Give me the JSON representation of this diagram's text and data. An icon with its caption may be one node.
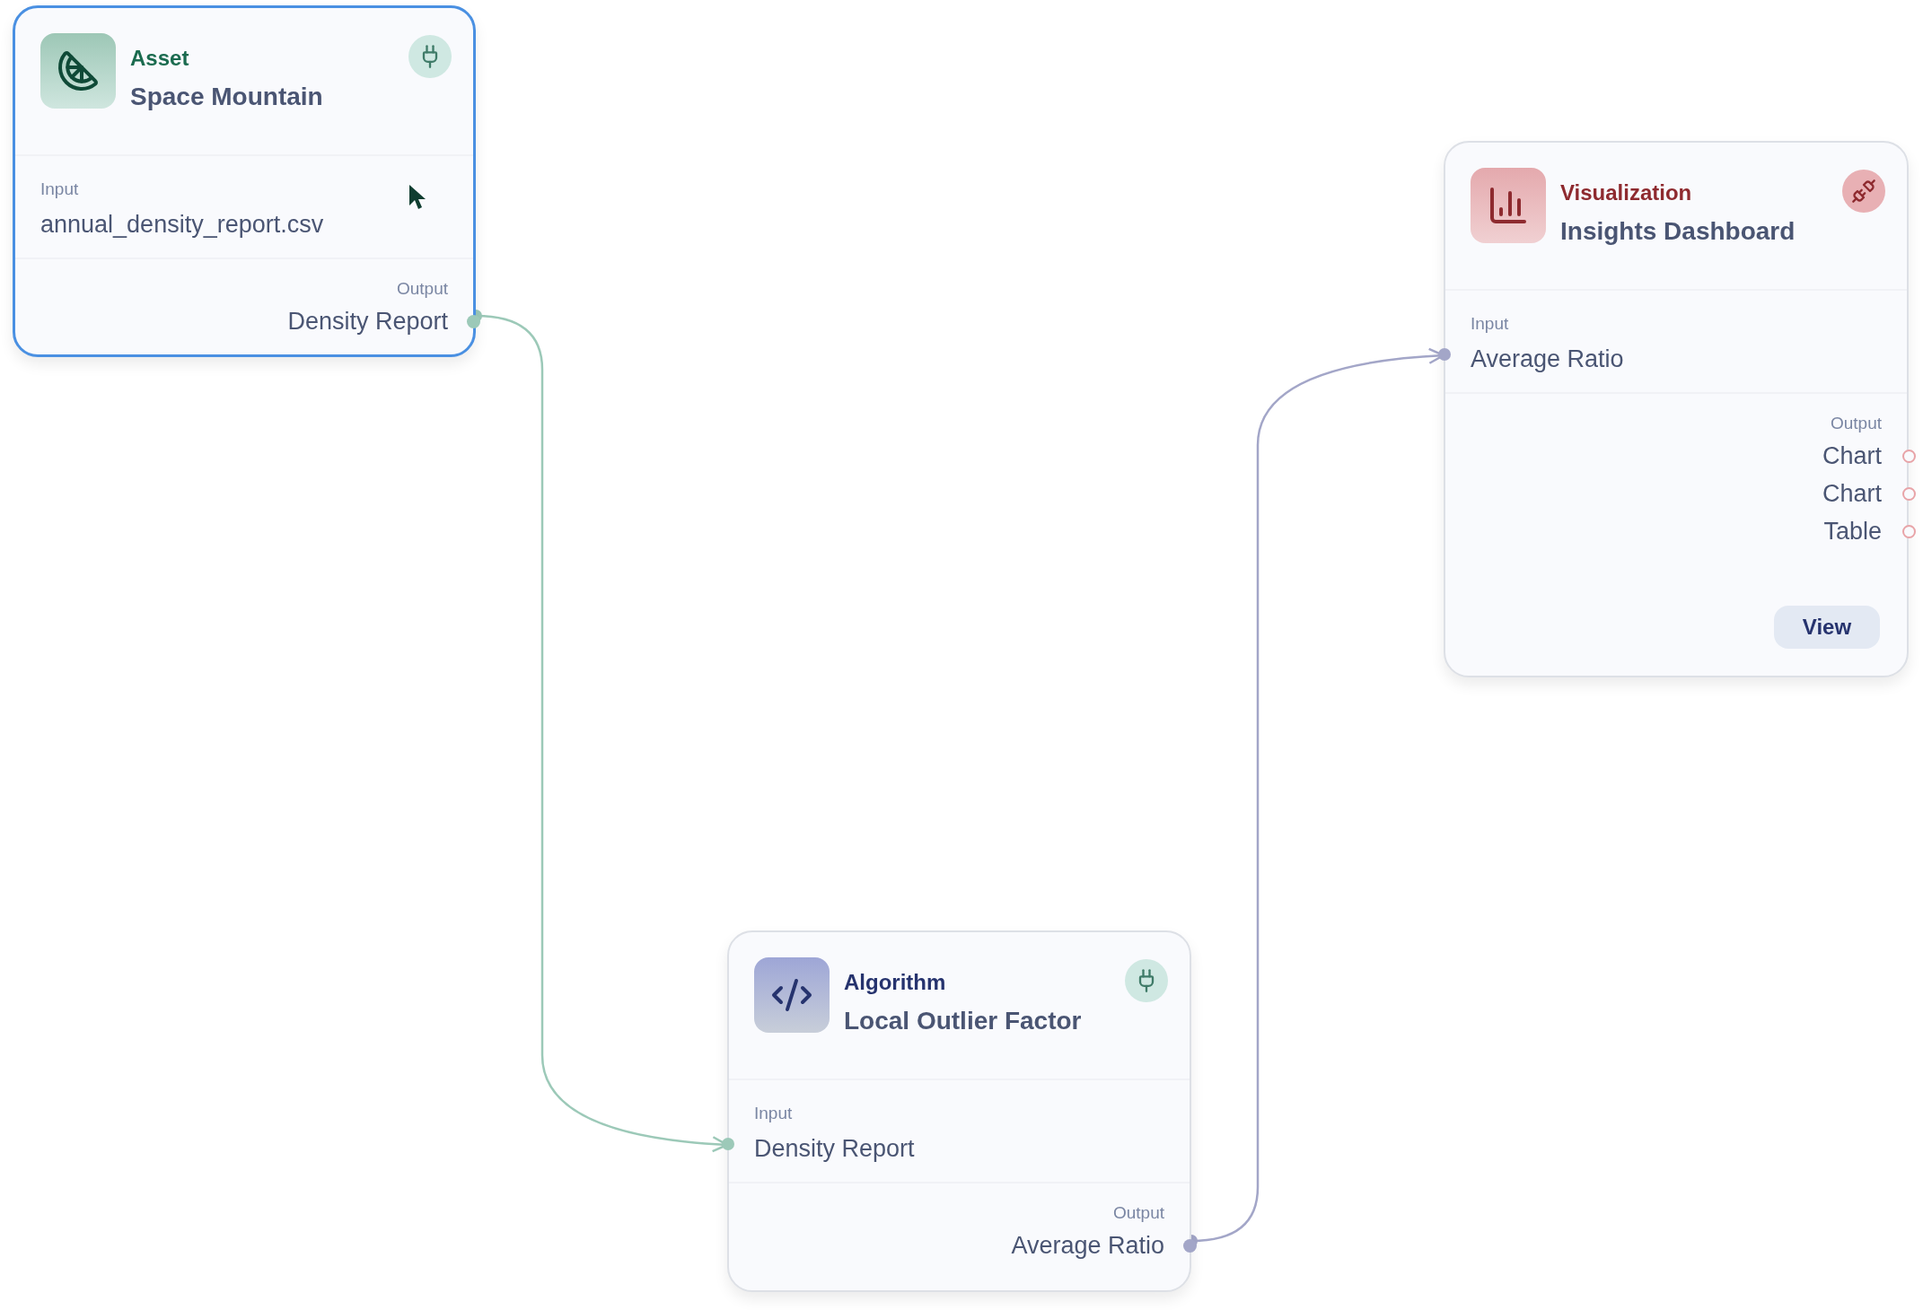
{
  "diagram": {
    "nodes": [
      {
        "text": [
          "Asset",
          "Space Mountain",
          "Input",
          "annual_density_report.csv",
          "Output",
          "Density Report"
        ]
      },
      {
        "text": [
          "Algorithm",
          "Local Outlier Factor",
          "Input",
          "Density Report",
          "Output",
          "Average Ratio"
        ]
      },
      {
        "text": [
          "Visualization",
          "Insights Dashboard",
          "Input",
          "Average Ratio",
          "Output",
          "Chart",
          "Chart",
          "Table"
        ]
      },
      {
        "text": [
          "View"
        ],
        "in": 2
      }
    ],
    "edges": [
      {
        "from": 0,
        "to": 1,
        "arrow": "to",
        "color": "#9cc9b8"
      },
      {
        "from": 1,
        "to": 2,
        "arrow": "to",
        "color": "#a3a6c8"
      }
    ]
  }
}
